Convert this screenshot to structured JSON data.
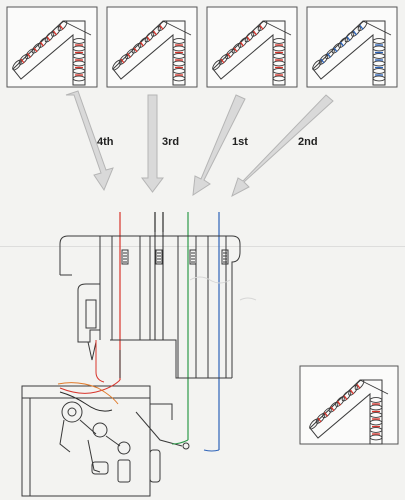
{
  "arrows": [
    {
      "id": "arrow-4th",
      "label": "4th",
      "thread": "thread-red"
    },
    {
      "id": "arrow-3rd",
      "label": "3rd",
      "thread": "thread-black"
    },
    {
      "id": "arrow-1st",
      "label": "1st",
      "thread": "thread-green"
    },
    {
      "id": "arrow-2nd",
      "label": "2nd",
      "thread": "thread-blue"
    }
  ],
  "colors": {
    "thread_red": "#d8342c",
    "thread_orange": "#e07a2a",
    "thread_black": "#2a2a2a",
    "thread_green": "#2d9a49",
    "thread_blue": "#2d63b8",
    "line": "#3a3a3a",
    "arrow_fill": "#d9d9d9",
    "arrow_stroke": "#b5b5b5"
  },
  "stitch_samples": [
    {
      "id": "sample-1",
      "highlight": "#d8342c"
    },
    {
      "id": "sample-2",
      "highlight": "#d8342c"
    },
    {
      "id": "sample-3",
      "highlight": "#d8342c"
    },
    {
      "id": "sample-4",
      "highlight": "#2d63b8"
    },
    {
      "id": "sample-result",
      "highlight": "#d8342c"
    }
  ]
}
